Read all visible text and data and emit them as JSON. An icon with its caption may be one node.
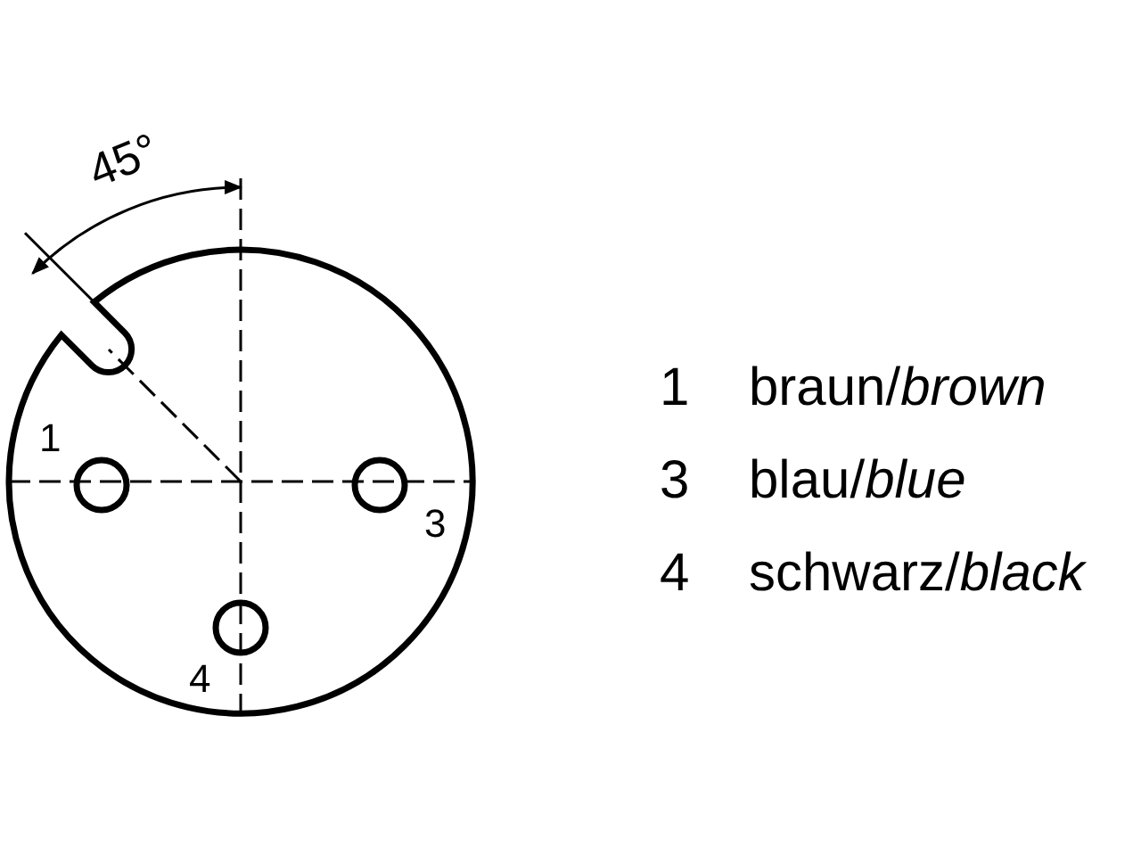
{
  "diagram": {
    "labels": [
      "45°",
      "1",
      "3",
      "4",
      "1",
      "braun/*brown*",
      "3",
      "blau/*blue*",
      "4",
      "schwarz/*black*"
    ]
  }
}
